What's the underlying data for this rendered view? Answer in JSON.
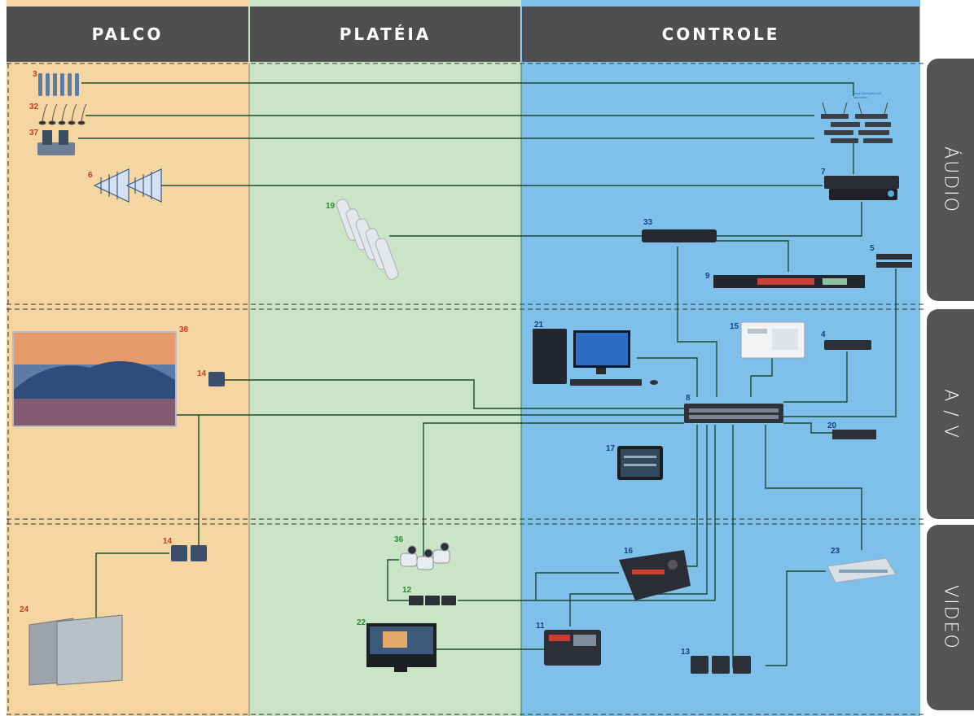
{
  "columns": {
    "palco": {
      "label": "PALCO",
      "color": "#f6d6a0"
    },
    "plateia": {
      "label": "PLATÉIA",
      "color": "#c9e5c6"
    },
    "controle": {
      "label": "CONTROLE",
      "color": "#7fc0ea"
    }
  },
  "sections": [
    {
      "label": "ÁUDIO"
    },
    {
      "label": "A / V"
    },
    {
      "label": "VIDEO"
    }
  ],
  "receiver_label": "Base Receptora de Microfone",
  "devices": {
    "d3": "3",
    "d32": "32",
    "d37": "37",
    "d6": "6",
    "d7": "7",
    "d19": "19",
    "d33": "33",
    "d5": "5",
    "d9": "9",
    "d38": "38",
    "d14a": "14",
    "d21": "21",
    "d15": "15",
    "d4": "4",
    "d8": "8",
    "d20": "20",
    "d17": "17",
    "d14b": "14",
    "d36": "36",
    "d16": "16",
    "d23": "23",
    "d12": "12",
    "d24": "24",
    "d22": "22",
    "d11": "11",
    "d13": "13"
  }
}
